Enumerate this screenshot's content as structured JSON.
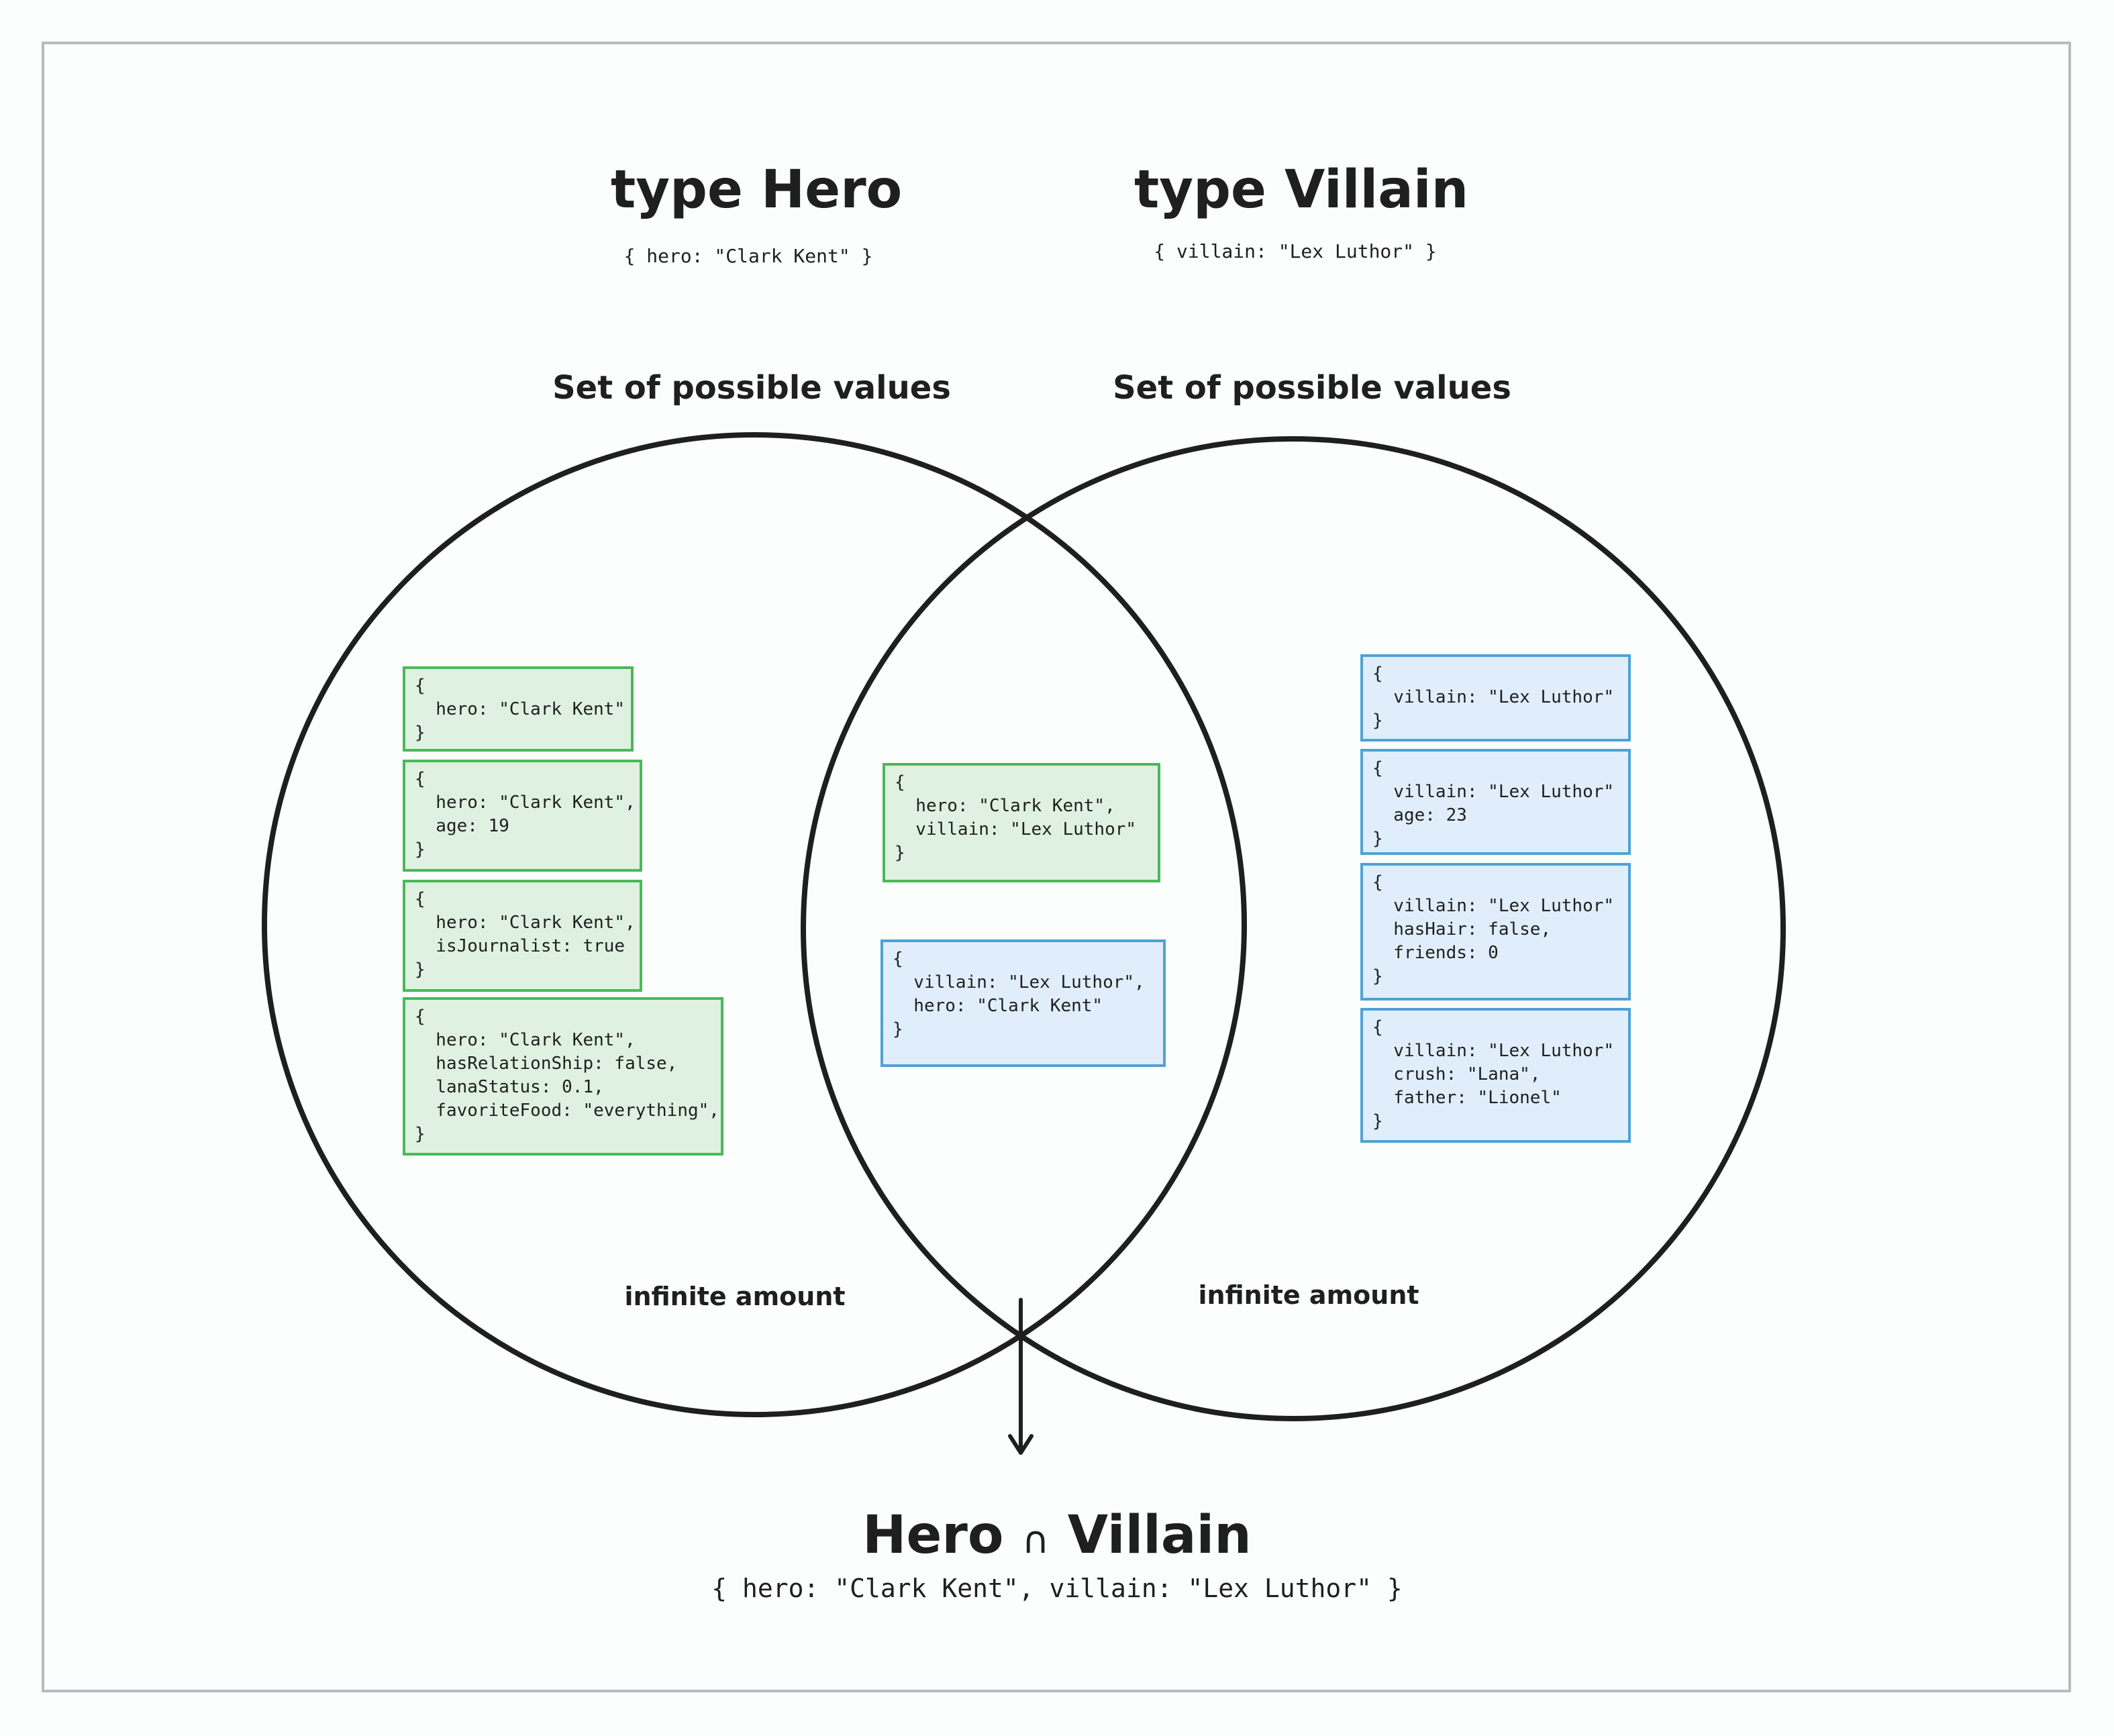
{
  "hero": {
    "title": "type Hero",
    "subtitle": "{ hero: \"Clark Kent\" }",
    "set_label": "Set of possible values",
    "amount_label": "infinite amount"
  },
  "villain": {
    "title": "type Villain",
    "subtitle": "{ villain: \"Lex Luthor\" }",
    "set_label": "Set of possible values",
    "amount_label": "infinite amount"
  },
  "hero_values": [
    "{\n  hero: \"Clark Kent\"\n}",
    "{\n  hero: \"Clark Kent\",\n  age: 19\n}",
    "{\n  hero: \"Clark Kent\",\n  isJournalist: true\n}",
    "{\n  hero: \"Clark Kent\",\n  hasRelationShip: false,\n  lanaStatus: 0.1,\n  favoriteFood: \"everything\",\n}"
  ],
  "intersection_values": [
    "{\n  hero: \"Clark Kent\",\n  villain: \"Lex Luthor\"\n}",
    "{\n  villain: \"Lex Luthor\",\n  hero: \"Clark Kent\"\n}"
  ],
  "villain_values": [
    "{\n  villain: \"Lex Luthor\"\n}",
    "{\n  villain: \"Lex Luthor\"\n  age: 23\n}",
    "{\n  villain: \"Lex Luthor\"\n  hasHair: false,\n  friends: 0\n}",
    "{\n  villain: \"Lex Luthor\"\n  crush: \"Lana\",\n  father: \"Lionel\"\n}"
  ],
  "result": {
    "title_left": "Hero",
    "operator": "∩",
    "title_right": "Villain",
    "value": "{ hero: \"Clark Kent\", villain: \"Lex Luthor\" }"
  },
  "colors": {
    "hero_fill": "#dff2e1",
    "hero_border": "#4bb85a",
    "villain_fill": "#dfeefa",
    "villain_border": "#4da2d6",
    "stroke": "#1f1f1f"
  }
}
